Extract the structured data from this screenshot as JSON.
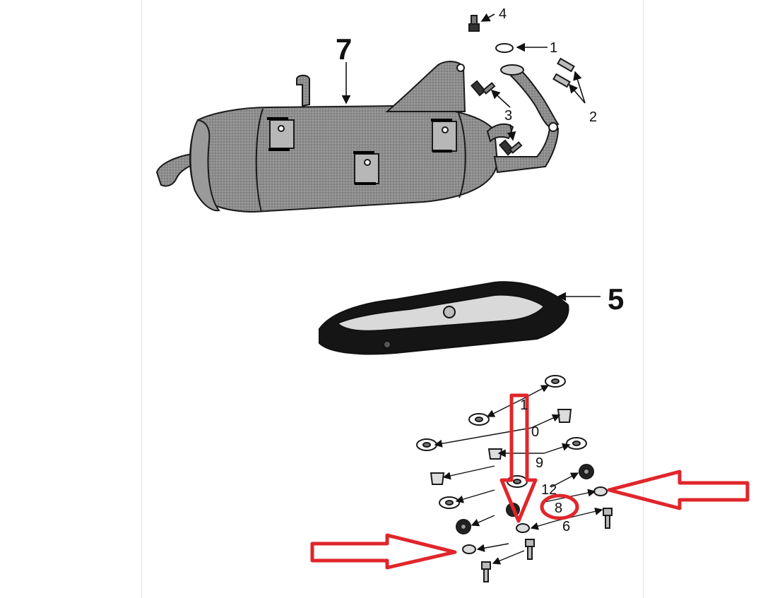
{
  "callouts": {
    "c7": "7",
    "c5": "5",
    "c4": "4",
    "c1": "1",
    "c2": "2",
    "c3": "3",
    "c11": "1",
    "c10": "0",
    "c9": "9",
    "c12": "12",
    "c8": "8",
    "c6": "6"
  },
  "colors": {
    "muffler_fill": "#8e8e8e",
    "outline": "#1a1a1a",
    "shield_dark": "#151515",
    "shield_inner": "#d9d9d9",
    "annotation_red": "#e0262b"
  },
  "icons": {
    "red_arrow_down": "arrow-down-outline",
    "red_arrow_right": "arrow-right-outline",
    "red_arrow_left": "arrow-left-outline",
    "red_circle": "circle-outline"
  }
}
